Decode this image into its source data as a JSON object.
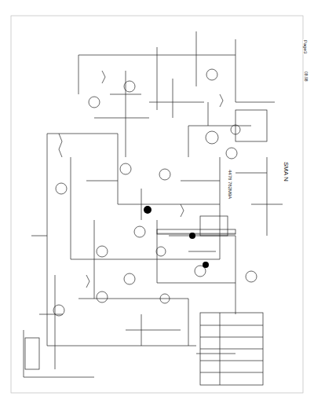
{
  "diagram": {
    "labels": [
      "SMA N",
      "Page3",
      "08.98",
      "4478 782M9A"
    ]
  }
}
